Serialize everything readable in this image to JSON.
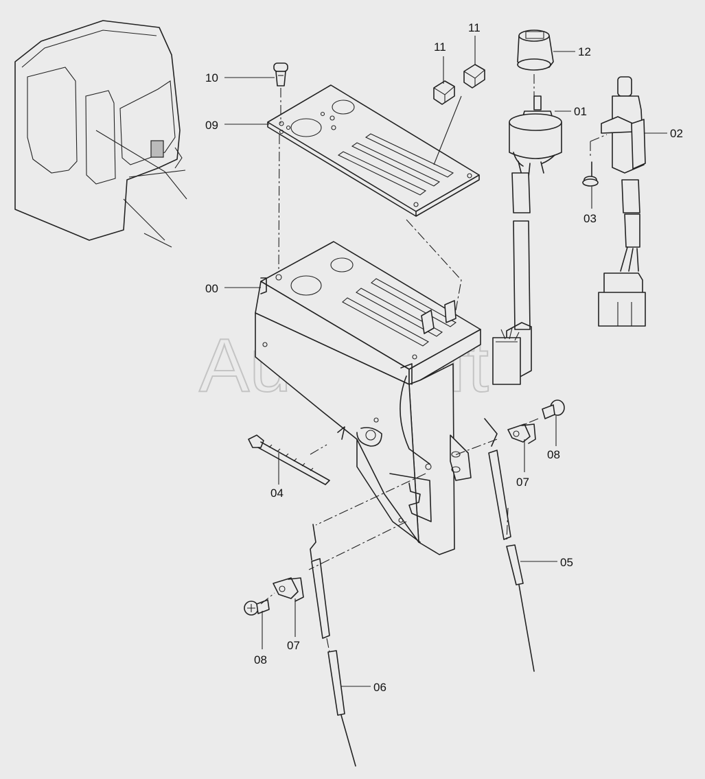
{
  "watermark": "AutoSoft",
  "callouts": {
    "c00": "00",
    "c01": "01",
    "c02": "02",
    "c03": "03",
    "c04": "04",
    "c05": "05",
    "c06": "06",
    "c07a": "07",
    "c07b": "07",
    "c08a": "08",
    "c08b": "08",
    "c09": "09",
    "c10": "10",
    "c11a": "11",
    "c11b": "11",
    "c12": "12"
  }
}
